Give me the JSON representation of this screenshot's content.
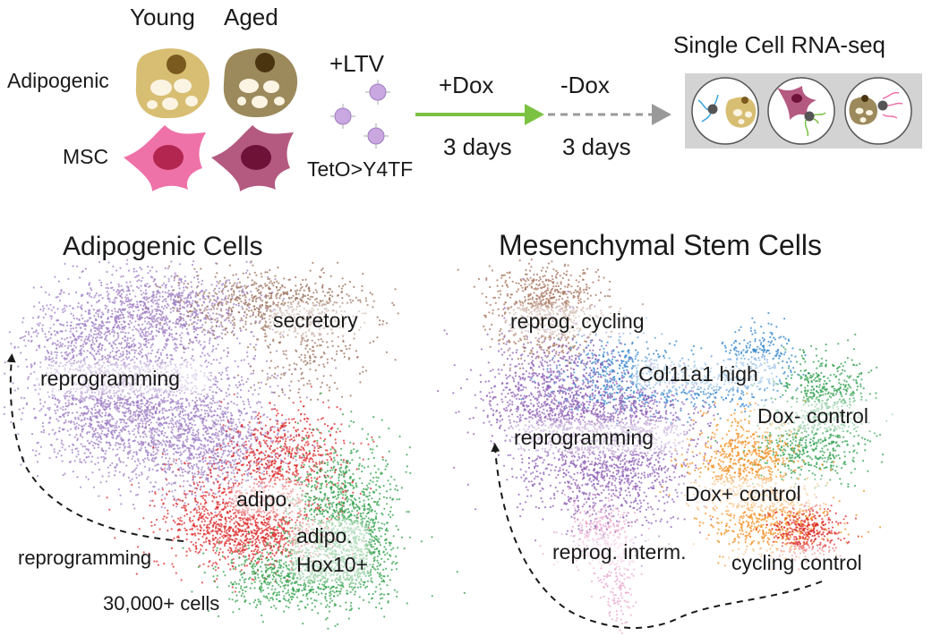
{
  "protocol": {
    "labels": {
      "young": "Young",
      "aged": "Aged",
      "adipogenic": "Adipogenic",
      "msc": "MSC",
      "ltv": "+LTV",
      "teto": "TetO>Y4TF",
      "plus_dox": "+Dox",
      "minus_dox": "-Dox",
      "days_plus": "3 days",
      "days_minus": "3 days",
      "scrnaseq": "Single Cell RNA-seq"
    },
    "colors": {
      "young_adipocyte": "#D8BE72",
      "aged_adipocyte": "#9C8A5C",
      "young_msc": "#EE72A8",
      "aged_msc": "#B45A80",
      "virus": "#C9A7E0",
      "dox_arrow": "#7CC242",
      "washout_arrow": "#999999",
      "seq_panel": "#D3D3D3"
    },
    "icons": [
      "adipocyte-young-icon",
      "adipocyte-aged-icon",
      "msc-young-icon",
      "msc-aged-icon",
      "virus-icon",
      "dropseq-bead-icon"
    ]
  },
  "adipogenic": {
    "title": "Adipogenic Cells",
    "cell_count": "30,000+ cells",
    "trajectory_label": "reprogramming",
    "clusters": [
      {
        "label": "reprogramming",
        "color": "#9E7CC3"
      },
      {
        "label": "secretory",
        "color": "#9A6F5A"
      },
      {
        "label": "adipo.",
        "color": "#DC2A2A"
      },
      {
        "label": "adipo.",
        "label2": "Hox10+",
        "color": "#2FA04A"
      }
    ]
  },
  "msc": {
    "title": "Mesenchymal Stem Cells",
    "clusters": [
      {
        "label": "reprog. cycling",
        "color": "#A4705A"
      },
      {
        "label": "Col11a1 high",
        "color": "#2C82C9"
      },
      {
        "label": "Dox- control",
        "color": "#2E9F4E"
      },
      {
        "label": "reprogramming",
        "color": "#8E5DB4"
      },
      {
        "label": "Dox+ control",
        "color": "#F28E1E"
      },
      {
        "label": "reprog. interm.",
        "color": "#E9A9CF"
      },
      {
        "label": "cycling control",
        "color": "#DC2A2A"
      }
    ]
  }
}
